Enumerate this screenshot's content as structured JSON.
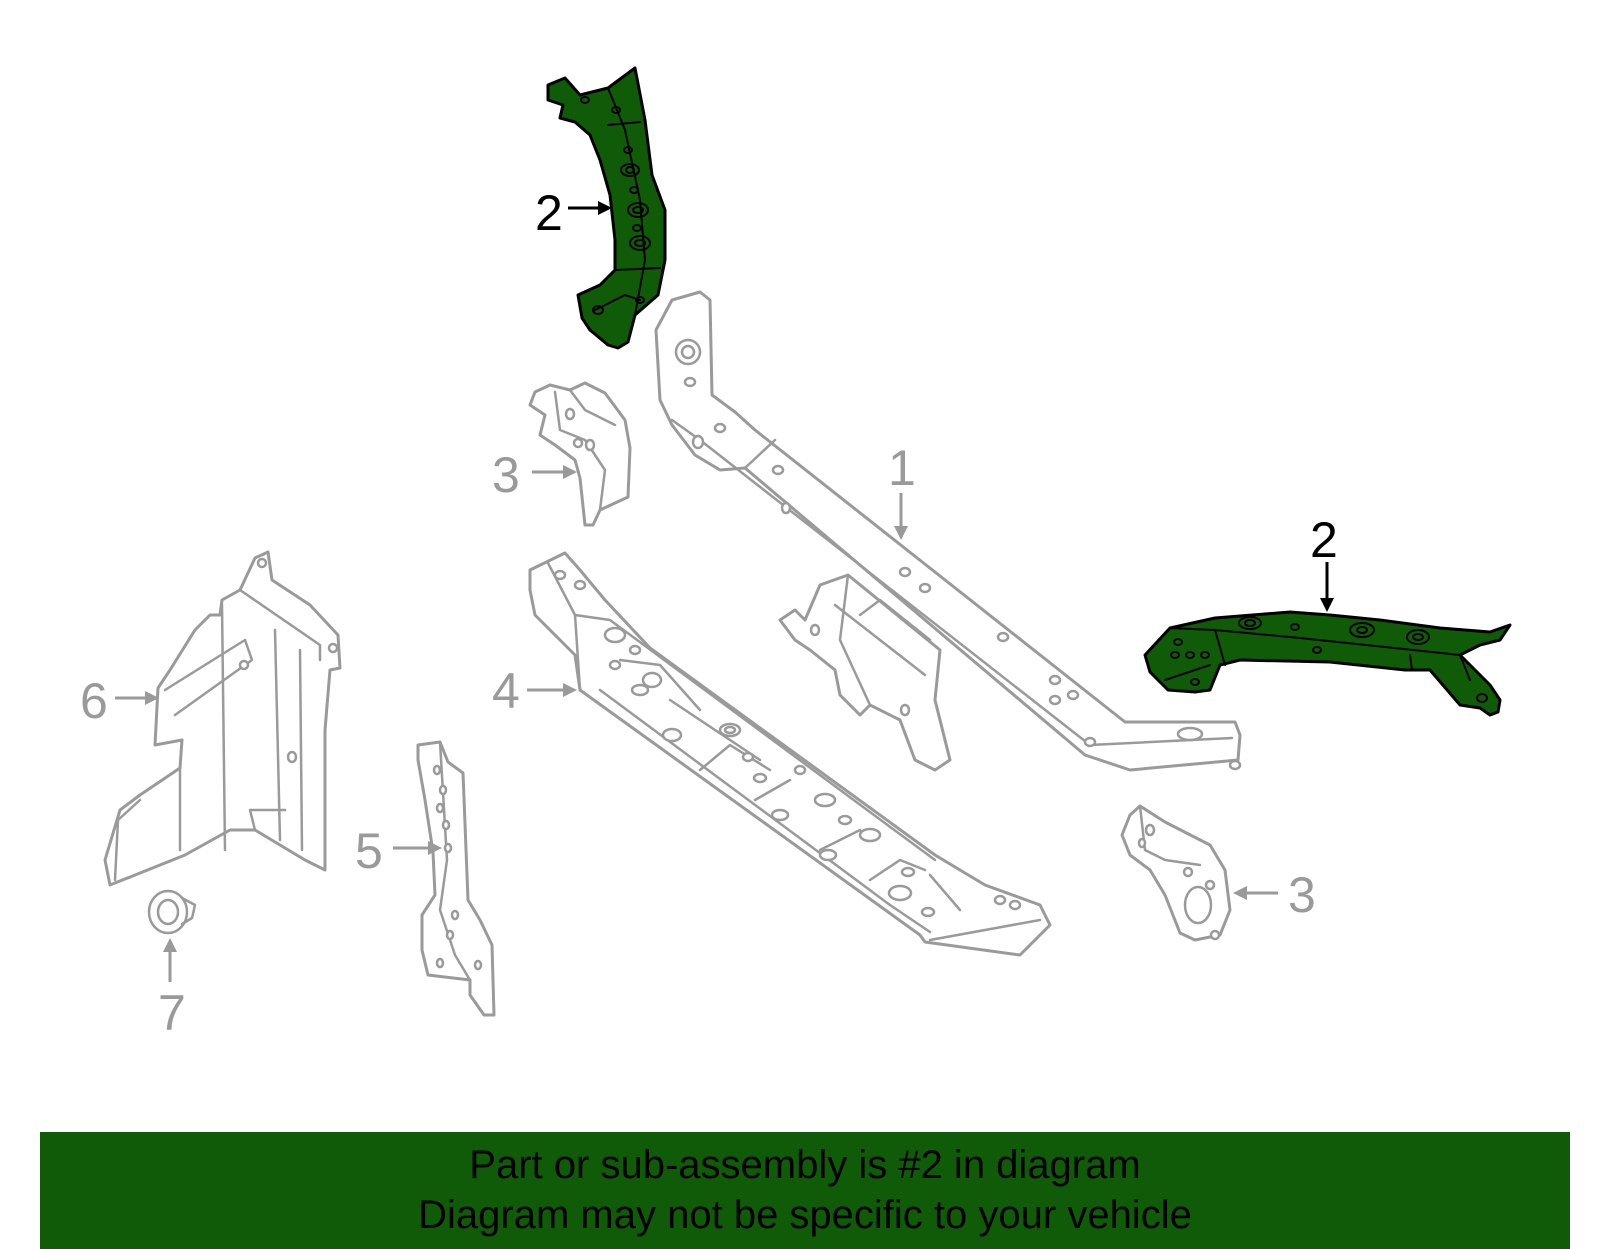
{
  "diagram": {
    "highlight_color": "#0f5b07",
    "outline_color": "#9a9a9a",
    "callouts": {
      "part_1": "1",
      "part_2_upper": "2",
      "part_2_right": "2",
      "part_3_upper": "3",
      "part_3_lower": "3",
      "part_4": "4",
      "part_5": "5",
      "part_6": "6",
      "part_7": "7"
    }
  },
  "banner": {
    "background": "#0f5b07",
    "line1": "Part or sub-assembly is #2 in diagram",
    "line2": "Diagram may not be specific to your vehicle"
  }
}
